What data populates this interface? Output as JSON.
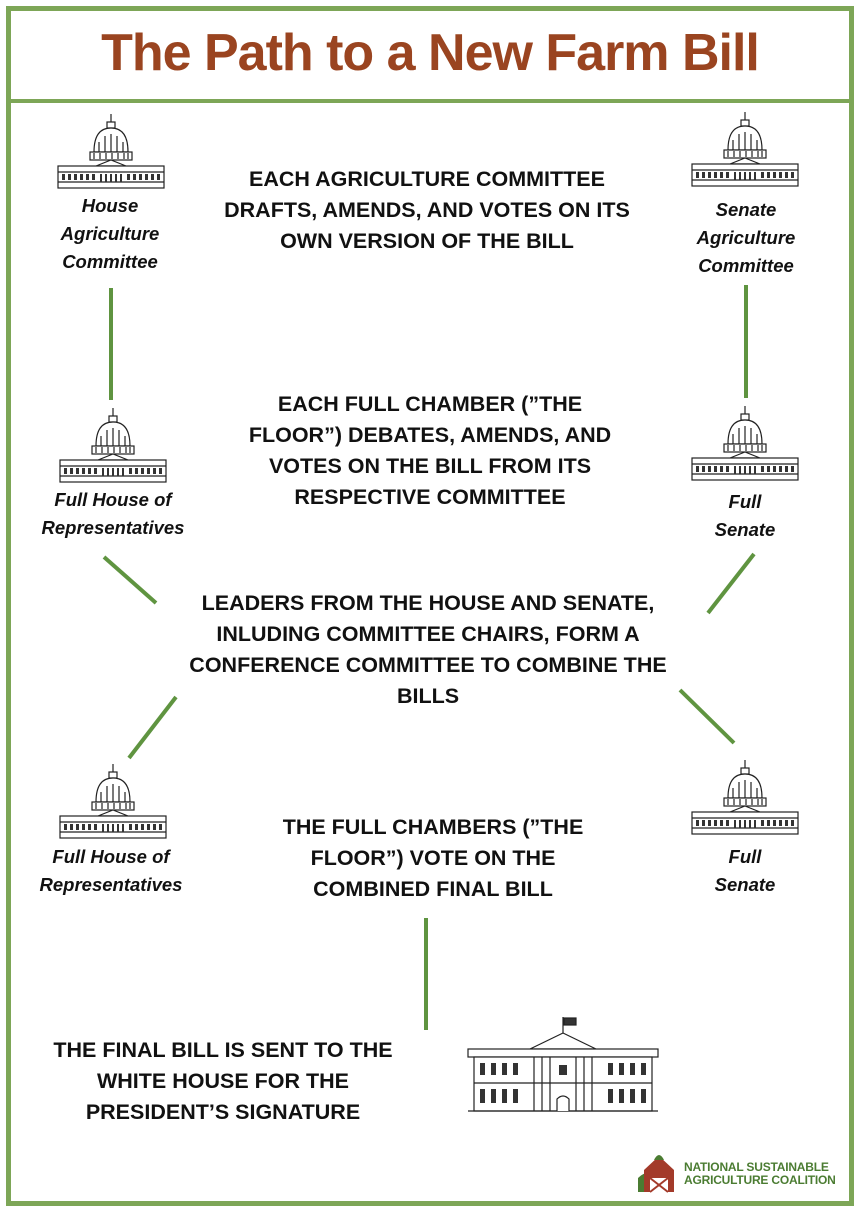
{
  "title": "The Path to a New Farm Bill",
  "steps": {
    "committee": "EACH AGRICULTURE COMMITTEE DRAFTS, AMENDS, AND VOTES ON ITS OWN VERSION OF THE BILL",
    "floor": "EACH FULL CHAMBER (”THE FLOOR”) DEBATES, AMENDS, AND VOTES ON THE BILL FROM ITS RESPECTIVE COMMITTEE",
    "conference": "LEADERS FROM THE HOUSE AND SENATE, INLUDING COMMITTEE CHAIRS, FORM A CONFERENCE COMMITTEE TO COMBINE THE BILLS",
    "final_vote": "THE FULL CHAMBERS (”THE FLOOR”) VOTE ON THE COMBINED FINAL BILL",
    "white_house": "THE FINAL BILL IS SENT TO THE WHITE HOUSE FOR THE PRESIDENT’S SIGNATURE"
  },
  "labels": {
    "house_committee": [
      "House",
      "Agriculture",
      "Committee"
    ],
    "senate_committee": [
      "Senate",
      "Agriculture",
      "Committee"
    ],
    "full_house_1": [
      "Full House of",
      "Representatives"
    ],
    "full_senate_1": [
      "Full",
      "Senate"
    ],
    "full_house_2": [
      "Full House of",
      "Representatives"
    ],
    "full_senate_2": [
      "Full",
      "Senate"
    ]
  },
  "logo": {
    "line1": "NATIONAL SUSTAINABLE",
    "line2": "AGRICULTURE COALITION"
  },
  "colors": {
    "frame_green": "#7da657",
    "title_brown": "#9a4420",
    "connector_green": "#5f9440",
    "logo_green": "#4b7c32",
    "logo_red": "#a33a2a"
  },
  "icons": {
    "capitol": "capitol-icon",
    "white_house": "white-house-icon",
    "logo": "nsac-logo-icon"
  }
}
